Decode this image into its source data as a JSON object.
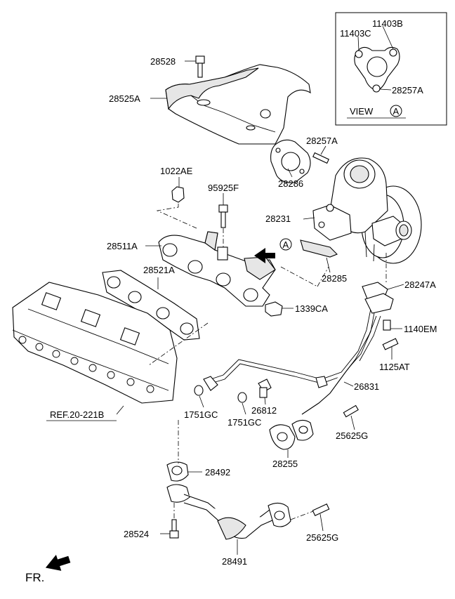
{
  "parts": {
    "p28528": "28528",
    "p28525A": "28525A",
    "p1022AE": "1022AE",
    "p95925F": "95925F",
    "p28511A": "28511A",
    "p28521A": "28521A",
    "p1339CA": "1339CA",
    "p28257A": "28257A",
    "p28286": "28286",
    "p28231": "28231",
    "p28285": "28285",
    "p28247A": "28247A",
    "p1140EM": "1140EM",
    "p1125AT": "1125AT",
    "p26831": "26831",
    "p26812": "26812",
    "p1751GC_a": "1751GC",
    "p1751GC_b": "1751GC",
    "p25625G_a": "25625G",
    "p28255": "28255",
    "p28492": "28492",
    "p28524": "28524",
    "p28491": "28491",
    "p25625G_b": "25625G"
  },
  "reference_label": "REF.20-221B",
  "view_box": {
    "title": "VIEW",
    "marker": "A",
    "p11403B": "11403B",
    "p11403C": "11403C",
    "p28257A": "28257A"
  },
  "view_arrow_marker": "A",
  "front_label": "FR."
}
